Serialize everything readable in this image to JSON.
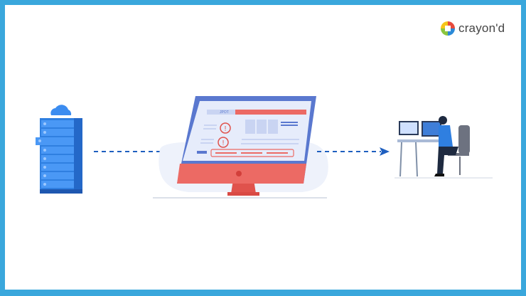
{
  "brand": {
    "name": "crayon'd",
    "colors": {
      "frame": "#3aa7dc",
      "logo_orange": "#f08a24",
      "logo_red": "#e84a3c",
      "logo_blue": "#2a8ad8",
      "logo_green": "#8cc63f",
      "logo_yellow": "#f5c518"
    }
  },
  "diagram": {
    "nodes": [
      {
        "id": "server",
        "label": "Cloud server rack",
        "color": "#2f7fe0"
      },
      {
        "id": "monitor",
        "label": "Desktop monitor showing web page with alerts",
        "color": "#ec6a64",
        "screen_text": "JPOT"
      },
      {
        "id": "developer",
        "label": "Developer at workstation",
        "color": "#2f7fe0"
      }
    ],
    "edges": [
      {
        "from": "server",
        "to": "monitor",
        "style": "dashed-arrow",
        "color": "#1f5fbf"
      },
      {
        "from": "monitor",
        "to": "developer",
        "style": "dashed-arrow",
        "color": "#1f5fbf"
      }
    ],
    "alert_icon_count": 2
  }
}
